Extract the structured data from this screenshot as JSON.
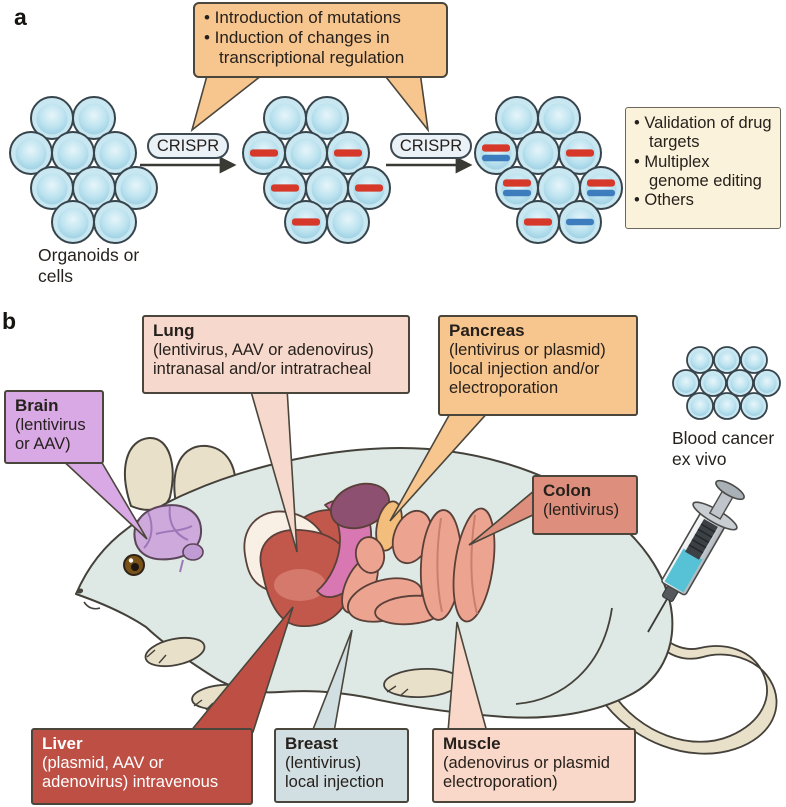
{
  "panel_a": {
    "label": "a",
    "callout_box": {
      "bullets": [
        "• Introduction of mutations",
        "• Induction of changes in transcriptional regulation"
      ]
    },
    "crispr_label": "CRISPR",
    "source_caption": "Organoids or cells",
    "outcome_box": {
      "bullets": [
        "• Validation of drug targets",
        "• Multiplex genome editing",
        "• Others"
      ]
    }
  },
  "panel_b": {
    "label": "b",
    "boxes": {
      "brain": {
        "title": "Brain",
        "detail": "(lentivirus or AAV)"
      },
      "lung": {
        "title": "Lung",
        "detail": "(lentivirus, AAV or adenovirus) intranasal and/or intratracheal"
      },
      "pancreas": {
        "title": "Pancreas",
        "detail": "(lentivirus or plasmid) local injection and/or electroporation"
      },
      "colon": {
        "title": "Colon",
        "detail": "(lentivirus)"
      },
      "liver": {
        "title": "Liver",
        "detail": "(plasmid, AAV or adenovirus) intravenous"
      },
      "breast": {
        "title": "Breast",
        "detail": "(lentivirus) local injection"
      },
      "muscle": {
        "title": "Muscle",
        "detail": "(adenovirus or plasmid electroporation)"
      }
    },
    "blood_cancer_caption": "Blood cancer ex vivo"
  },
  "colors": {
    "callout_orange": "#F7C58E",
    "outcome_cream": "#FBF2DB",
    "box_brain": "#D9A9E5",
    "box_lung": "#F6D8CC",
    "box_pancreas": "#F7C58E",
    "box_colon": "#DE8E7C",
    "box_liver": "#BE4F44",
    "box_breast": "#D2DFE2",
    "box_muscle": "#FAD8C9",
    "mutation_red": "#D63829",
    "mutation_blue": "#3D7DBD",
    "cell_blue": "#BFE4F0",
    "mouse_body": "#DEE8E4"
  }
}
